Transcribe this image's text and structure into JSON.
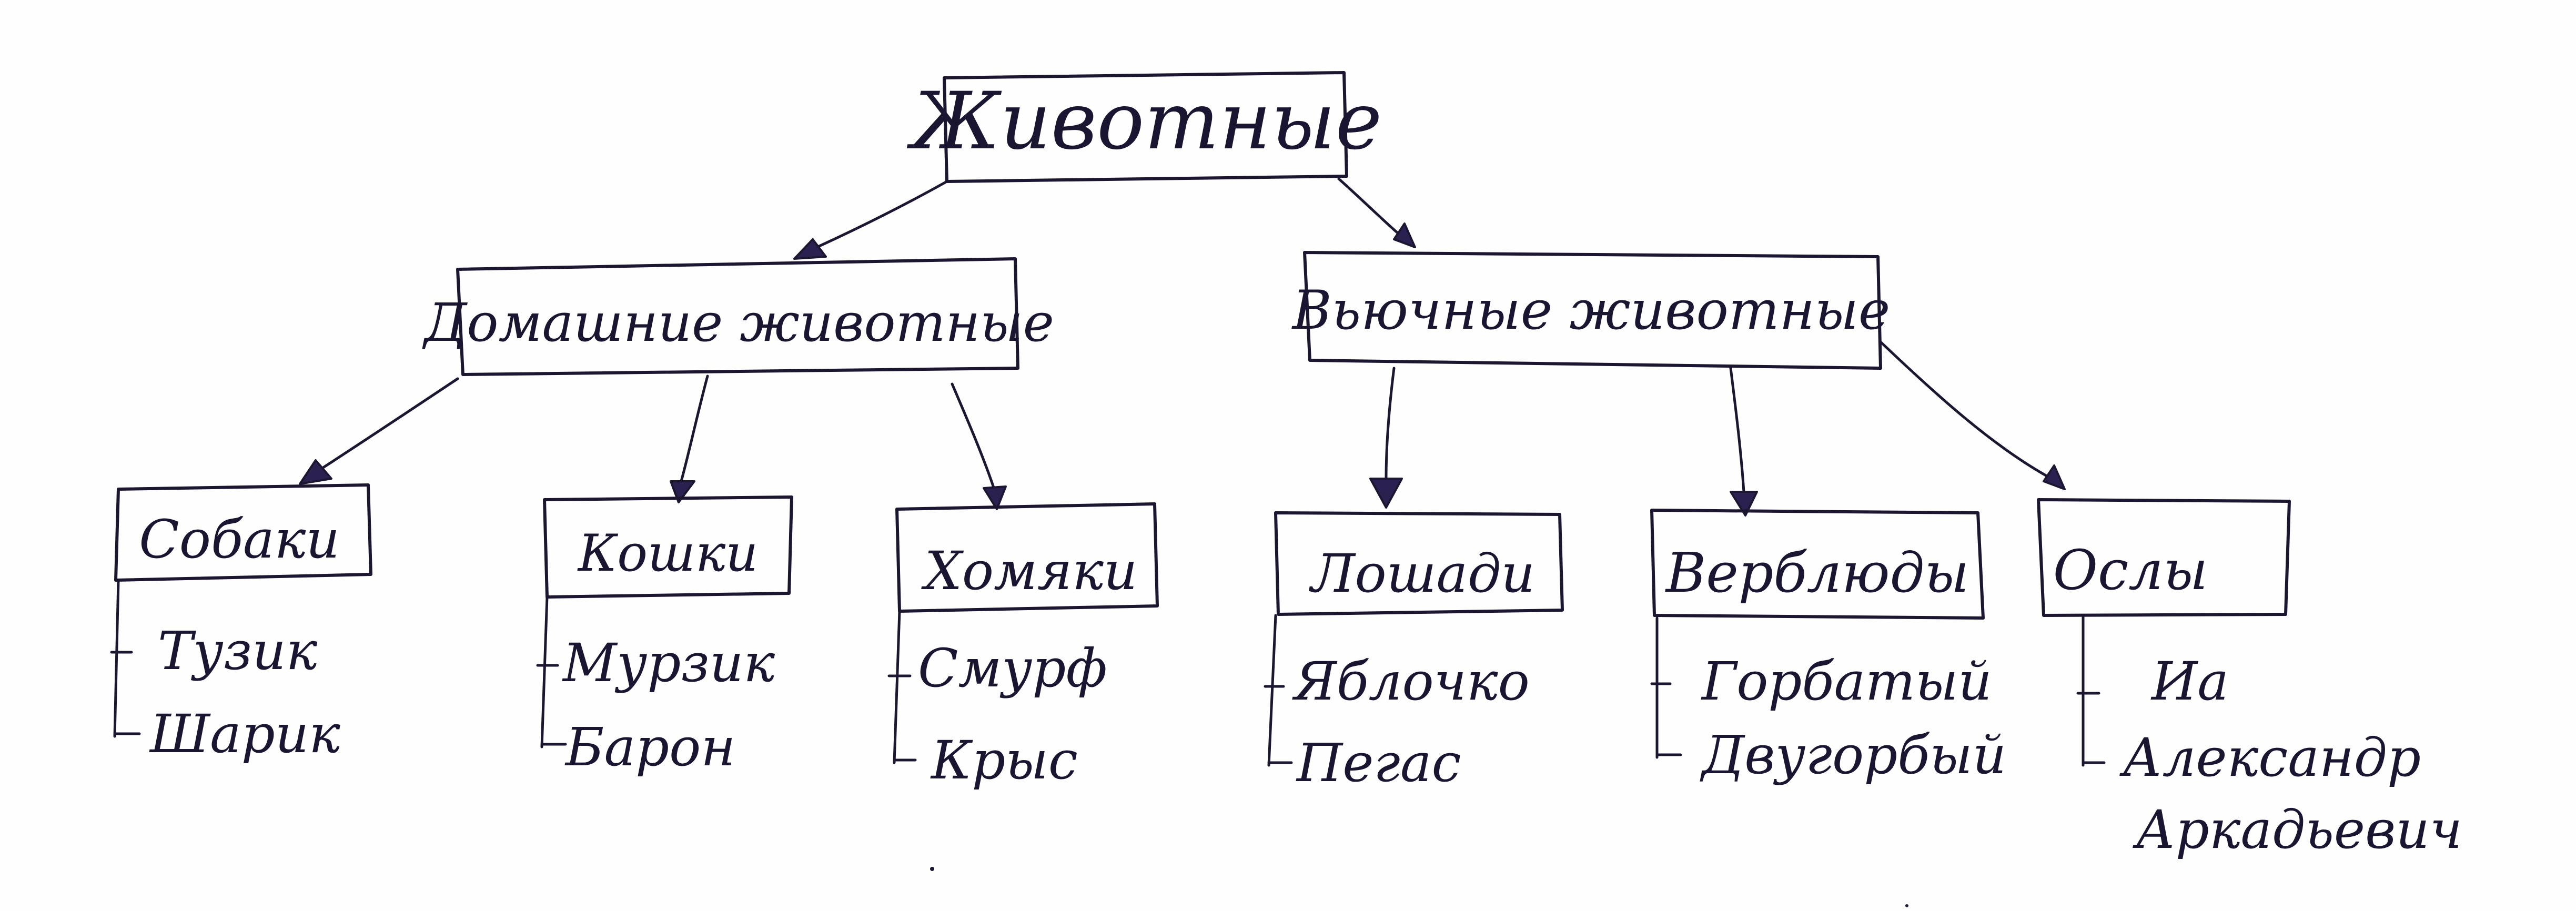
{
  "diagram": {
    "root": "Животные",
    "groups": {
      "domestic": {
        "title": "Домашние животные",
        "categories": {
          "dogs": {
            "title": "Собаки",
            "items": [
              "Тузик",
              "Шарик"
            ]
          },
          "cats": {
            "title": "Кошки",
            "items": [
              "Мурзик",
              "Барон"
            ]
          },
          "hamsters": {
            "title": "Хомяки",
            "items": [
              "Смурф",
              "Крыс"
            ]
          }
        }
      },
      "pack": {
        "title": "Вьючные животные",
        "categories": {
          "horses": {
            "title": "Лошади",
            "items": [
              "Яблочко",
              "Пегас"
            ]
          },
          "camels": {
            "title": "Верблюды",
            "items": [
              "Горбатый",
              "Двугорбый"
            ]
          },
          "donkeys": {
            "title": "Ослы",
            "items": [
              "Иа",
              "Александр",
              "Аркадьевич"
            ]
          }
        }
      }
    },
    "colors": {
      "ink": "#1c1630",
      "paper": "#fefefe"
    }
  }
}
